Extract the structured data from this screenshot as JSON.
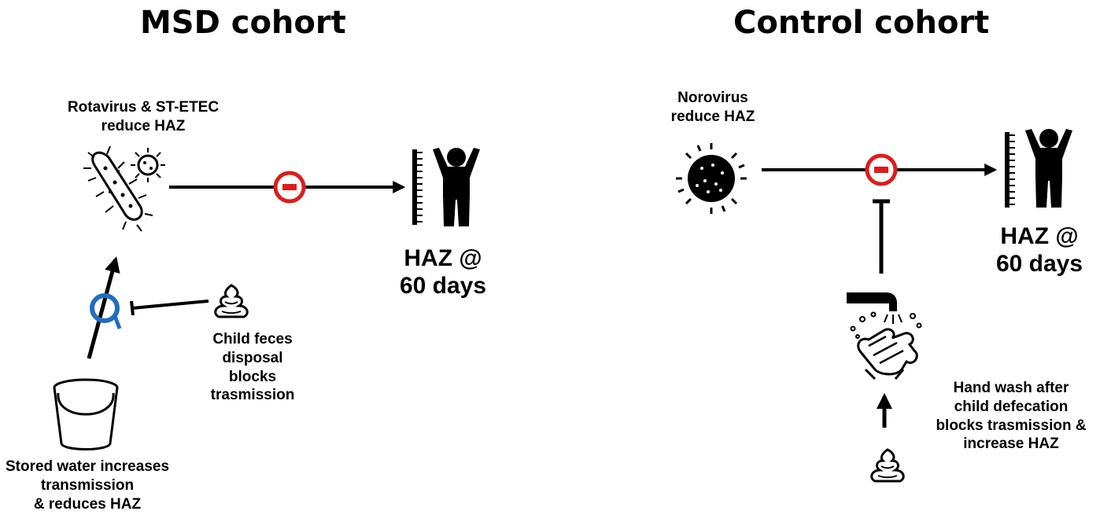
{
  "msd": {
    "title": "MSD cohort",
    "pathogen_line1": "Rotavirus & ST-ETEC",
    "pathogen_line2": "reduce HAZ",
    "outcome_line1": "HAZ @",
    "outcome_line2": "60 days",
    "feces_line1": "Child feces",
    "feces_line2": "disposal",
    "feces_line3": "blocks",
    "feces_line4": "trasmission",
    "water_line1": "Stored water increases",
    "water_line2": "transmission",
    "water_line3": "& reduces HAZ"
  },
  "control": {
    "title": "Control cohort",
    "pathogen_line1": "Norovirus",
    "pathogen_line2": "reduce HAZ",
    "outcome_line1": "HAZ @",
    "outcome_line2": "60 days",
    "wash_line1": "Hand wash after",
    "wash_line2": "child defecation",
    "wash_line3": "blocks trasmission &",
    "wash_line4": "increase HAZ"
  },
  "colors": {
    "negative": "#e01b1b",
    "modifier": "#1f6fc0",
    "ink": "#000000"
  },
  "icons": [
    "bacteria-icon",
    "virus-icon",
    "growth-ruler-icon",
    "child-icon",
    "feces-icon",
    "bucket-icon",
    "handwash-icon",
    "negative-sign-icon",
    "modifier-circle-icon"
  ]
}
